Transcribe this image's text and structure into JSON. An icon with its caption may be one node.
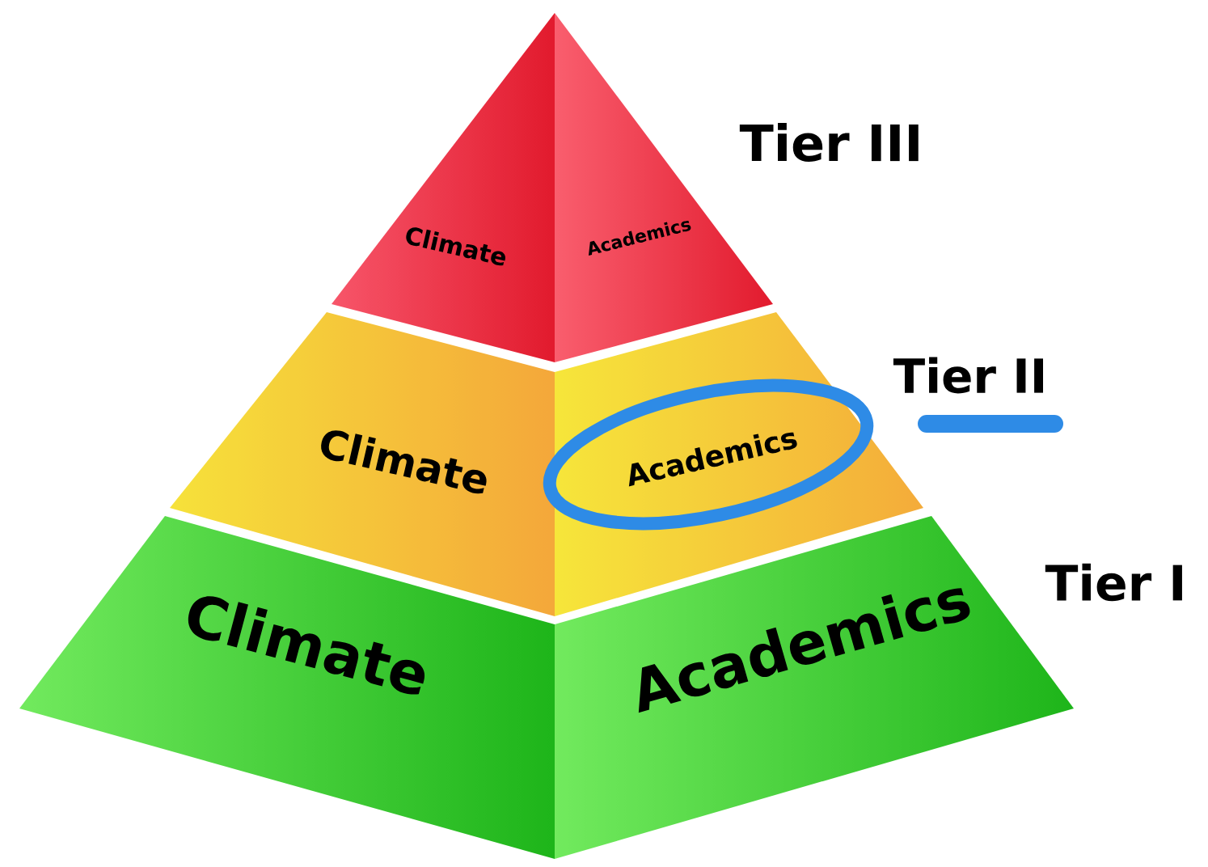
{
  "diagram": {
    "nodes": [
      {
        "text": [
          "Climate"
        ]
      },
      {
        "text": [
          "Academics"
        ]
      },
      {
        "text": [
          "Climate"
        ]
      },
      {
        "text": [
          "Academics"
        ]
      },
      {
        "text": [
          "Climate"
        ]
      },
      {
        "text": [
          "Academics"
        ]
      }
    ],
    "labels": [
      "Tier III",
      "Tier II",
      "Tier I"
    ]
  }
}
